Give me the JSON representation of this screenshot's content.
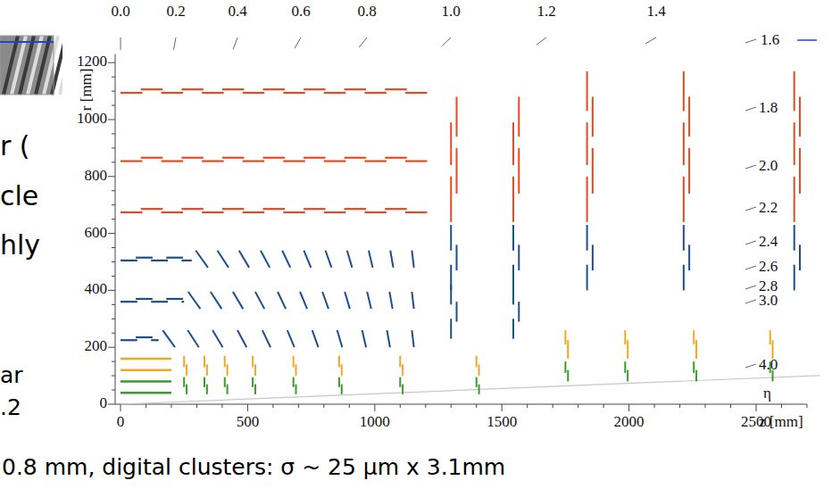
{
  "diagram": {
    "labels": [
      "0.0",
      "0.2",
      "0.4",
      "0.6",
      "0.8",
      "1.0",
      "1.2",
      "1.4",
      "1.6",
      "1.8",
      "2.0",
      "2.2",
      "2.4",
      "2.6",
      "2.8",
      "3.0",
      "4.0",
      "η",
      "1200",
      "1000",
      "800",
      "600",
      "400",
      "200",
      "0",
      "r [mm]",
      "0",
      "500",
      "1000",
      "1500",
      "2000",
      "2500",
      "z [mm]",
      "r (",
      "cle",
      "hly",
      "ar",
      ".2",
      "0.8 mm, digital clusters: σ ~ 25 μm x 3.1mm"
    ]
  }
}
